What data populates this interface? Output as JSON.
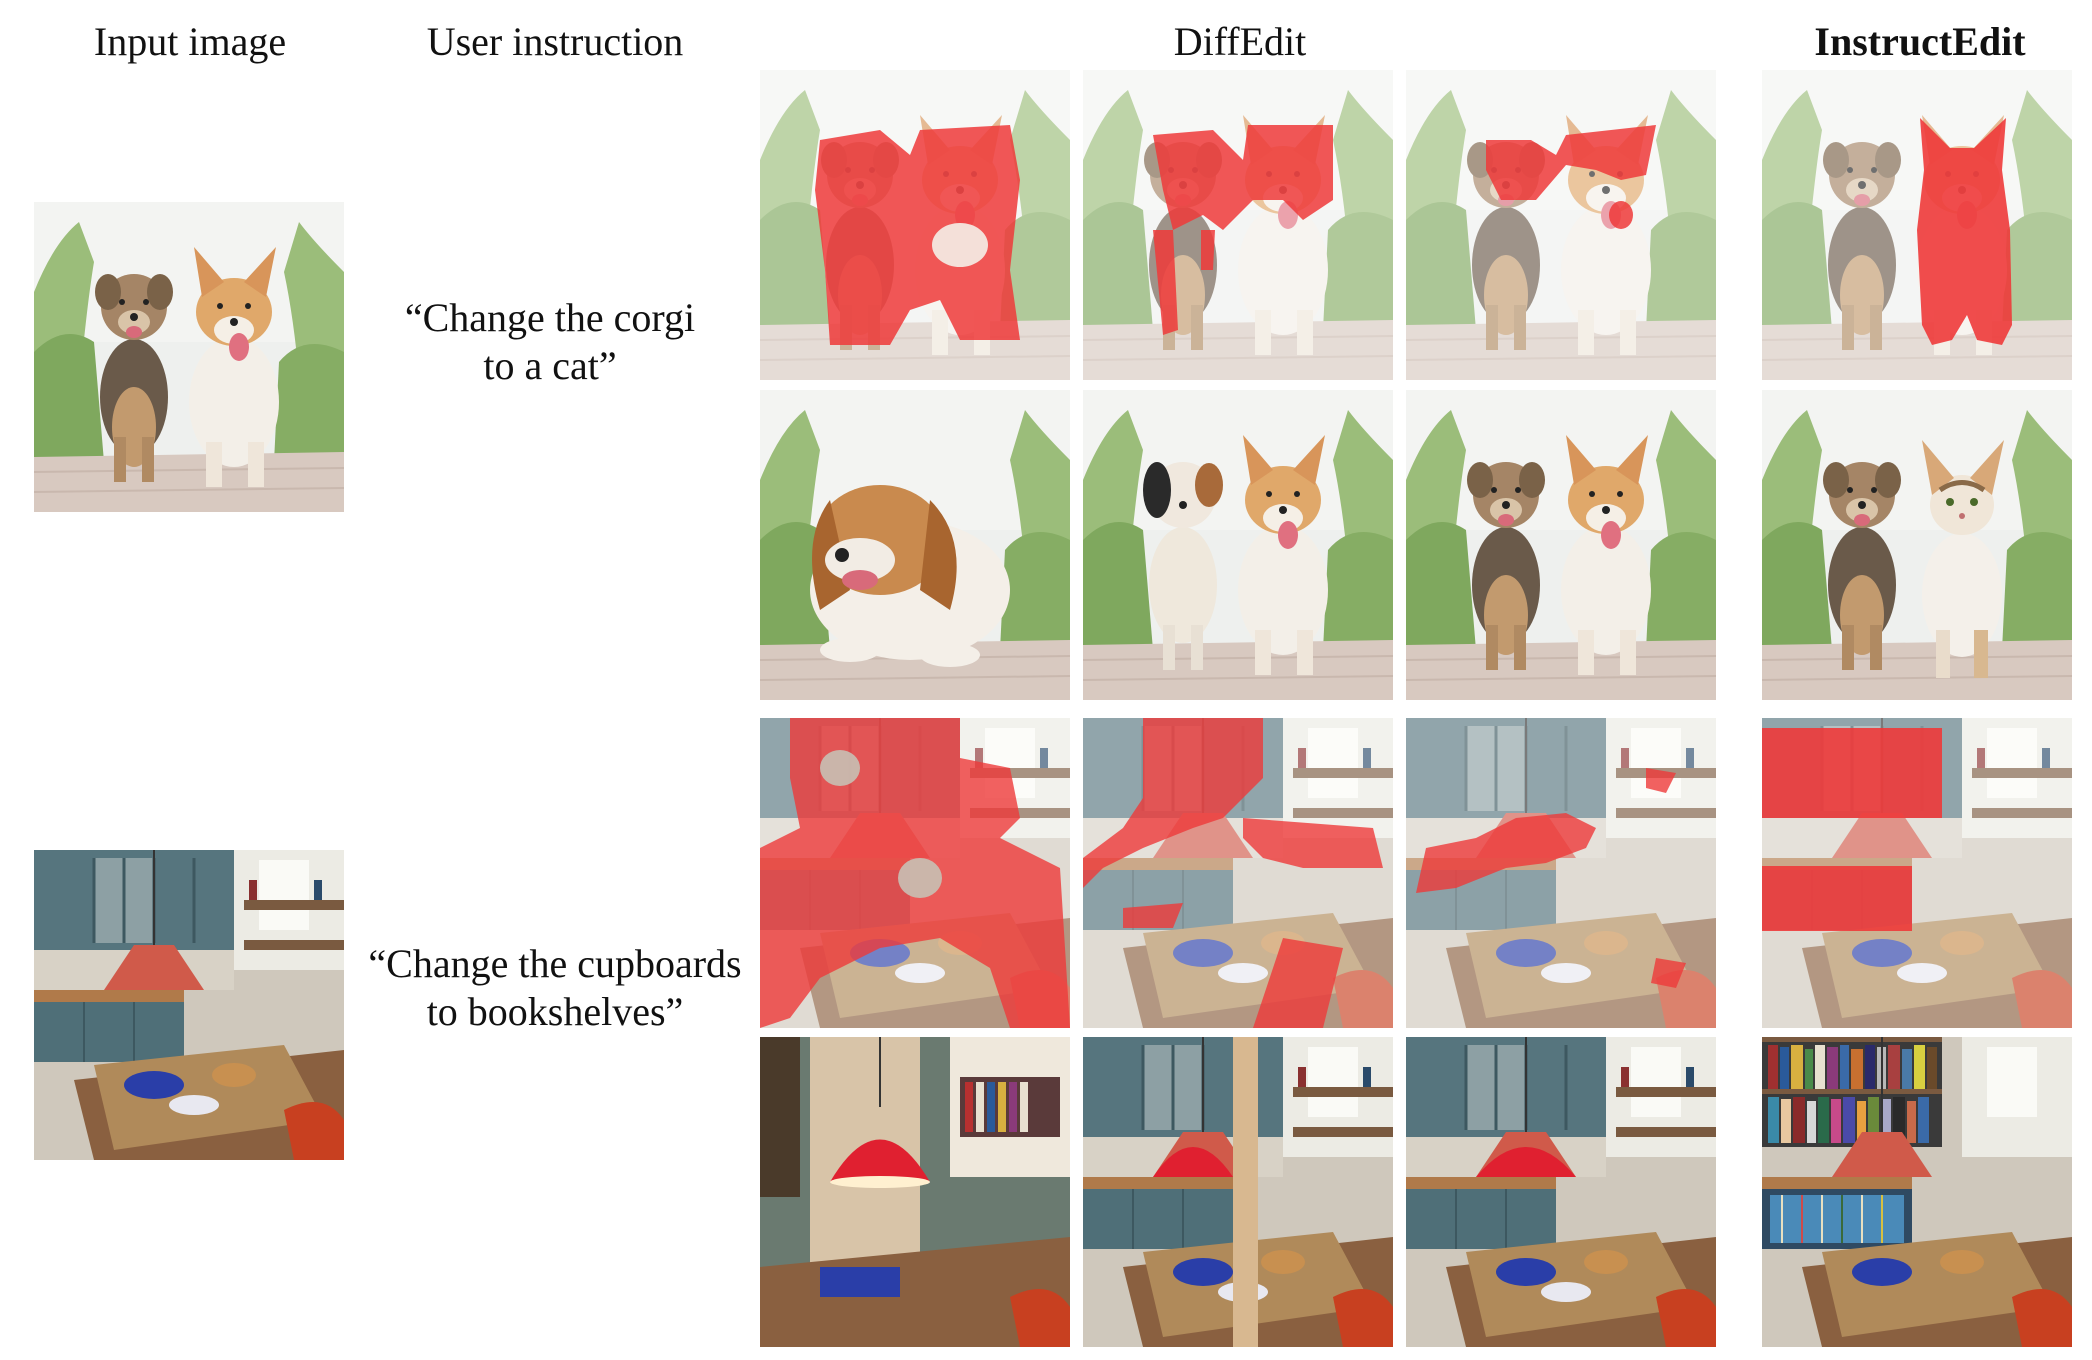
{
  "headers": {
    "input": "Input image",
    "instruction": "User instruction",
    "diffedit": "DiffEdit",
    "instructedit": "InstructEdit"
  },
  "rows": [
    {
      "instruction_line1": "“Change the corgi",
      "instruction_line2": "to a cat”"
    },
    {
      "instruction_line1": "“Change the cupboards",
      "instruction_line2": "to bookshelves”"
    }
  ],
  "colors": {
    "mask_red": "#ee3a3a",
    "grass_green": "#8db36a",
    "sky": "#eef0ee",
    "path": "#d8c9c0",
    "cabinet_blue": "#4f6f78",
    "lamp_red": "#d83a3a",
    "wood": "#b07a4a"
  }
}
